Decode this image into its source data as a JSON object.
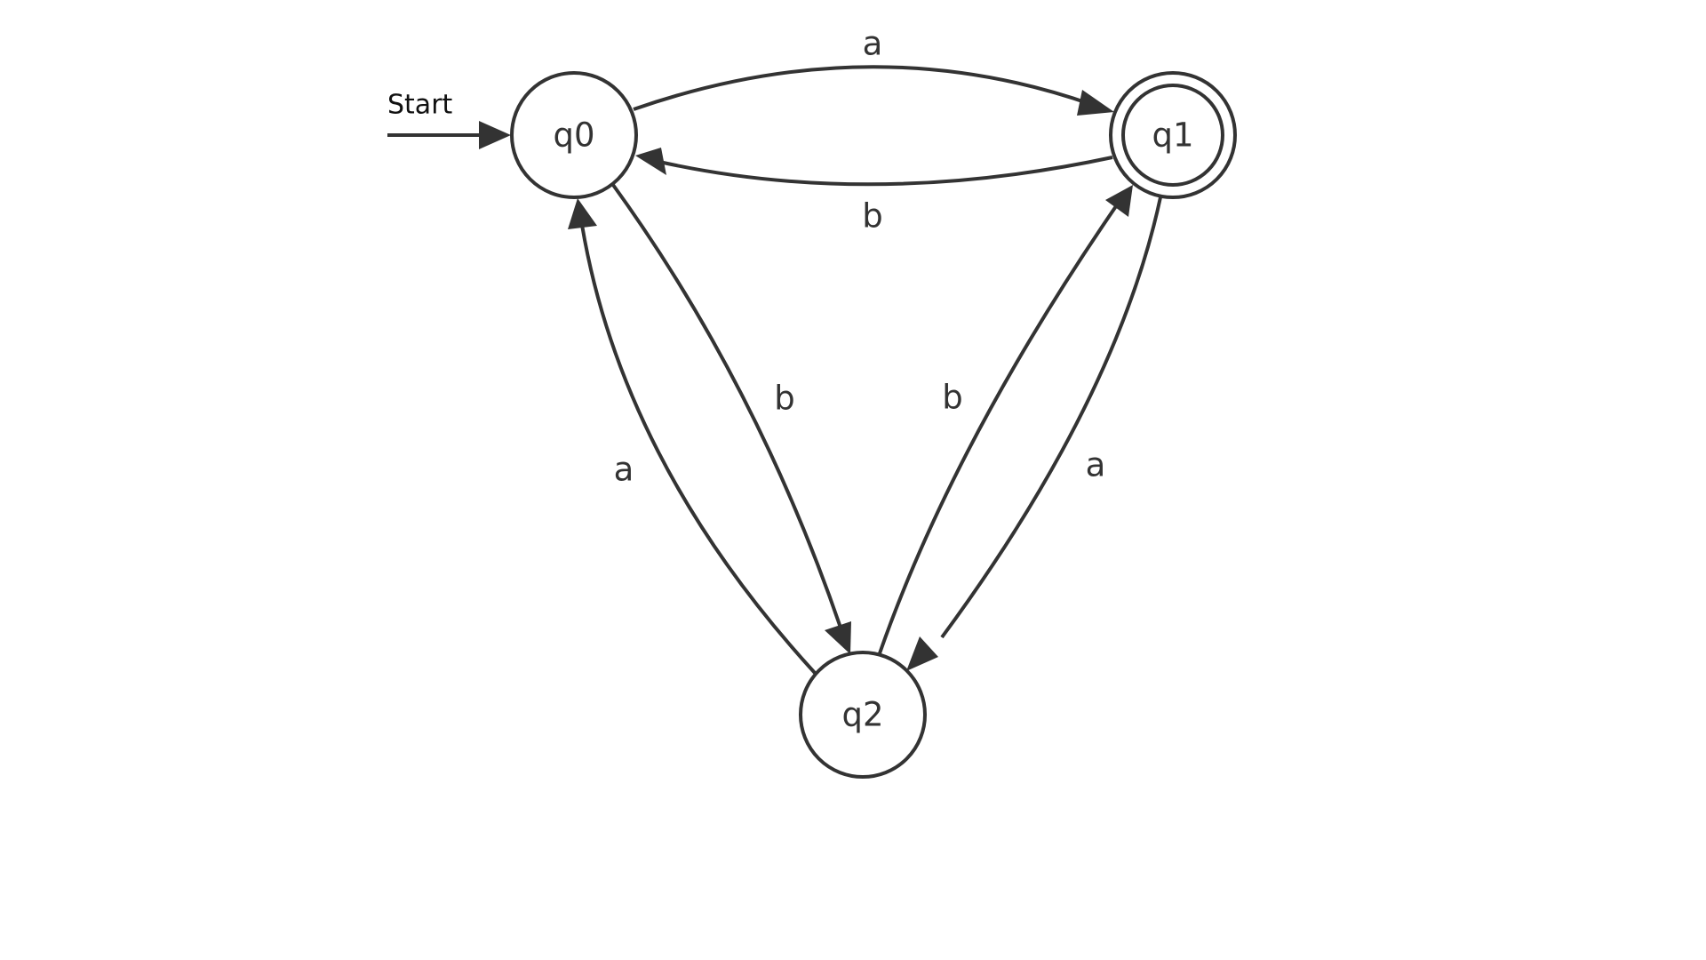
{
  "diagram": {
    "type": "finite-automaton",
    "start_label": "Start",
    "start_state": "q0",
    "accepting_states": [
      "q1"
    ],
    "colors": {
      "stroke": "#333333",
      "background": "#ffffff",
      "text": "#333333"
    },
    "states": [
      {
        "id": "q0",
        "label": "q0",
        "accepting": false
      },
      {
        "id": "q1",
        "label": "q1",
        "accepting": true
      },
      {
        "id": "q2",
        "label": "q2",
        "accepting": false
      }
    ],
    "transitions": [
      {
        "from": "q0",
        "to": "q1",
        "label": "a"
      },
      {
        "from": "q1",
        "to": "q0",
        "label": "b"
      },
      {
        "from": "q0",
        "to": "q2",
        "label": "b"
      },
      {
        "from": "q2",
        "to": "q0",
        "label": "a"
      },
      {
        "from": "q2",
        "to": "q1",
        "label": "b"
      },
      {
        "from": "q1",
        "to": "q2",
        "label": "a"
      }
    ]
  }
}
